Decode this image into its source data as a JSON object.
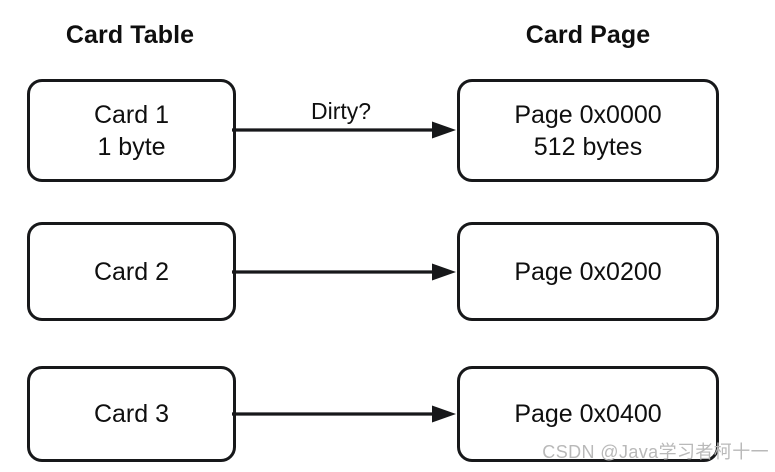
{
  "diagram": {
    "title_left": "Card Table",
    "title_right": "Card Page",
    "edge_label": "Dirty?",
    "stroke_color": "#17181a",
    "background_color": "#ffffff",
    "text_color": "#0f0f0f",
    "rows": [
      {
        "card_primary": "Card 1",
        "card_secondary": "1 byte",
        "page_primary": "Page 0x0000",
        "page_secondary": "512 bytes",
        "arrow_label": "Dirty?"
      },
      {
        "card_primary": "Card 2",
        "card_secondary": "",
        "page_primary": "Page 0x0200",
        "page_secondary": "",
        "arrow_label": ""
      },
      {
        "card_primary": "Card 3",
        "card_secondary": "",
        "page_primary": "Page 0x0400",
        "page_secondary": "",
        "arrow_label": ""
      }
    ]
  },
  "watermark": {
    "text": "CSDN @Java学习者柯十一"
  }
}
